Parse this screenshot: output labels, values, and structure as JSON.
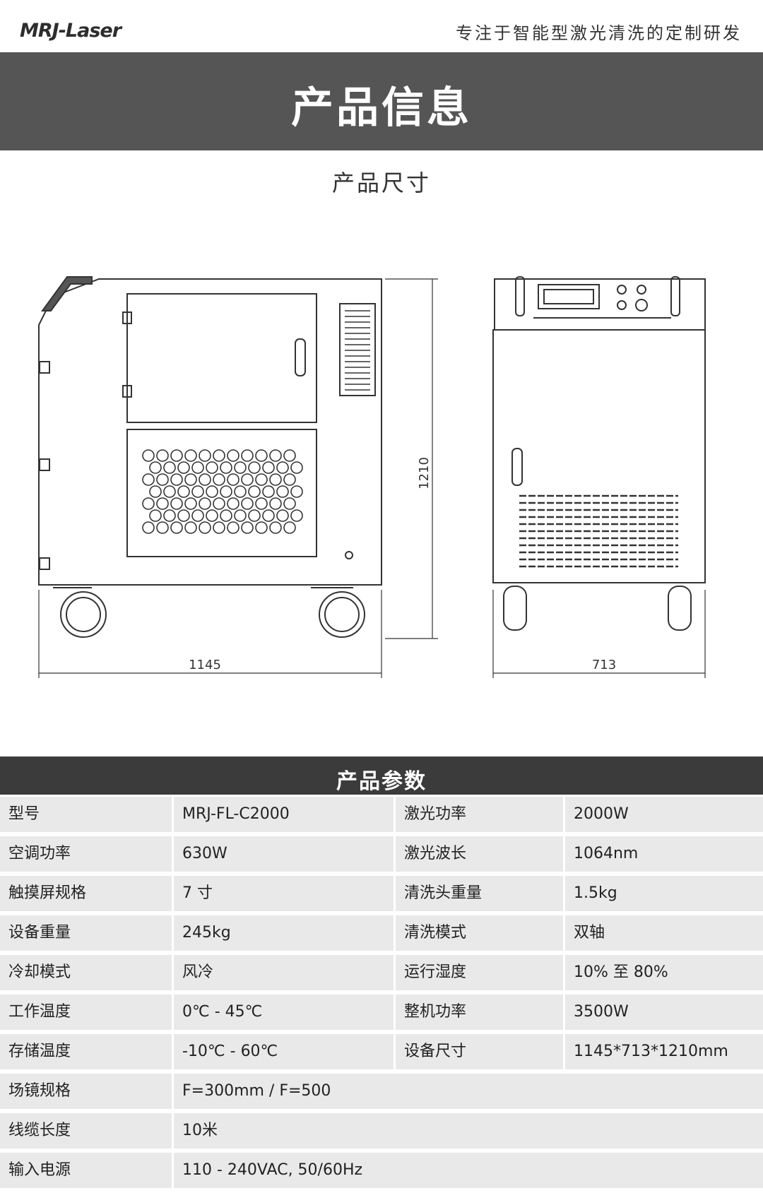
{
  "header": {
    "logo": "MRJ-Laser",
    "tagline": "专注于智能型激光清洗的定制研发"
  },
  "title": "产品信息",
  "dimensions_section": {
    "title": "产品尺寸",
    "width_label": "1145",
    "depth_label": "713",
    "height_label": "1210"
  },
  "params_section": {
    "title": "产品参数",
    "rows": [
      {
        "k1": "型号",
        "v1": "MRJ-FL-C2000",
        "k2": "激光功率",
        "v2": "2000W"
      },
      {
        "k1": "空调功率",
        "v1": "630W",
        "k2": "激光波长",
        "v2": "1064nm"
      },
      {
        "k1": "触摸屏规格",
        "v1": "7 寸",
        "k2": "清洗头重量",
        "v2": "1.5kg"
      },
      {
        "k1": "设备重量",
        "v1": "245kg",
        "k2": "清洗模式",
        "v2": "双轴"
      },
      {
        "k1": "冷却模式",
        "v1": "风冷",
        "k2": "运行湿度",
        "v2": "10% 至 80%"
      },
      {
        "k1": "工作温度",
        "v1": "0℃ - 45℃",
        "k2": "整机功率",
        "v2": "3500W"
      },
      {
        "k1": "存储温度",
        "v1": "-10℃ - 60℃",
        "k2": "设备尺寸",
        "v2": "1145*713*1210mm"
      }
    ],
    "wide_rows": [
      {
        "k": "场镜规格",
        "v": "F=300mm / F=500"
      },
      {
        "k": "线缆长度",
        "v": "10米"
      },
      {
        "k": "输入电源",
        "v": "110 - 240VAC, 50/60Hz"
      }
    ]
  }
}
